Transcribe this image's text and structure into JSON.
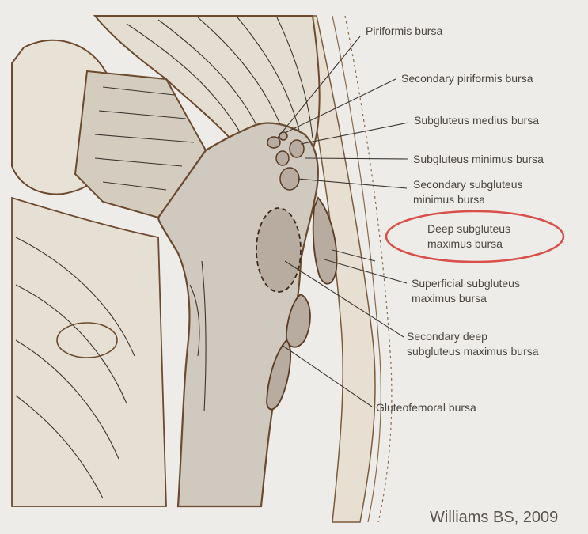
{
  "colors": {
    "slide_background": "#eeece9",
    "bone": "#cfc9bf",
    "muscle": "#e4ded2",
    "outline": "#6b4a2e",
    "bursa": "#b8aca0",
    "highlight_ellipse": "#d94f4a",
    "label_text": "#4a4540"
  },
  "labels": {
    "piriformis": "Piriformis bursa",
    "secondary_piriformis": "Secondary piriformis bursa",
    "subgluteus_medius": "Subgluteus medius bursa",
    "subgluteus_minimus": "Subgluteus minimus bursa",
    "secondary_subgluteus_minimus_line1": "Secondary subgluteus",
    "secondary_subgluteus_minimus_line2": "minimus bursa",
    "deep_subgluteus_maximus_line1": "Deep subgluteus",
    "deep_subgluteus_maximus_line2": "maximus bursa",
    "superficial_subgluteus_maximus_line1": "Superficial subgluteus",
    "superficial_subgluteus_maximus_line2": "maximus bursa",
    "secondary_deep_line1": "Secondary deep",
    "secondary_deep_line2": "subgluteus maximus bursa",
    "gluteofemoral": "Gluteofemoral bursa"
  },
  "citation": "Williams BS, 2009",
  "highlighted_label": "deep_subgluteus_maximus"
}
